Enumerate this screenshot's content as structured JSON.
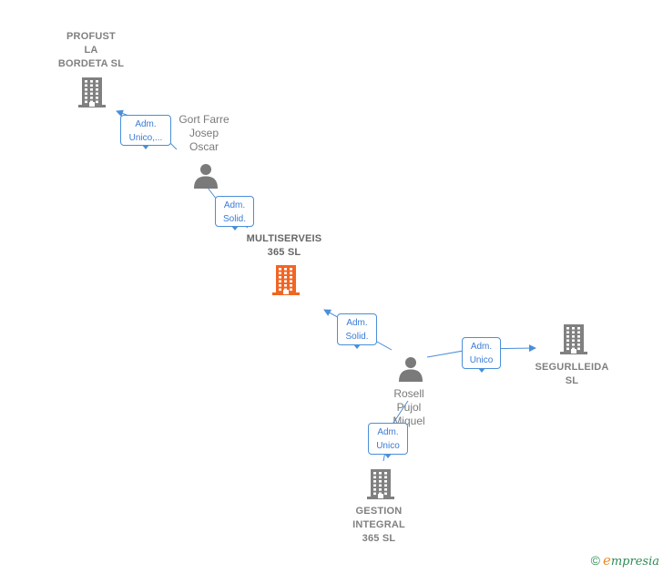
{
  "diagram": {
    "nodes": [
      {
        "id": "profust",
        "kind": "company",
        "lines": [
          "PROFUST",
          "LA",
          "BORDETA  SL"
        ],
        "color": "#808080"
      },
      {
        "id": "gort",
        "kind": "person",
        "lines": [
          "Gort Farre",
          "Josep",
          "Oscar"
        ],
        "color": "#7a7a7a"
      },
      {
        "id": "multiserveis",
        "kind": "company-main",
        "lines": [
          "MULTISERVEIS",
          "365  SL"
        ],
        "color": "#f26522"
      },
      {
        "id": "rosell",
        "kind": "person",
        "lines": [
          "Rosell",
          "Pujol",
          "Miquel"
        ],
        "color": "#7a7a7a"
      },
      {
        "id": "segurlleida",
        "kind": "company",
        "lines": [
          "SEGURLLEIDA",
          "SL"
        ],
        "color": "#808080"
      },
      {
        "id": "gestion",
        "kind": "company",
        "lines": [
          "GESTION",
          "INTEGRAL",
          "365  SL"
        ],
        "color": "#808080"
      }
    ],
    "edges": [
      {
        "from": "gort",
        "to": "profust",
        "role": [
          "Adm.",
          "Unico,..."
        ]
      },
      {
        "from": "gort",
        "to": "multiserveis",
        "role": [
          "Adm.",
          "Solid."
        ]
      },
      {
        "from": "rosell",
        "to": "multiserveis",
        "role": [
          "Adm.",
          "Solid."
        ]
      },
      {
        "from": "rosell",
        "to": "segurlleida",
        "role": [
          "Adm.",
          "Unico"
        ]
      },
      {
        "from": "rosell",
        "to": "gestion",
        "role": [
          "Adm.",
          "Unico"
        ]
      }
    ],
    "edge_color": "#4a8fd8"
  },
  "brand": {
    "copyright": "©",
    "first_letter": "e",
    "rest": "mpresia"
  }
}
